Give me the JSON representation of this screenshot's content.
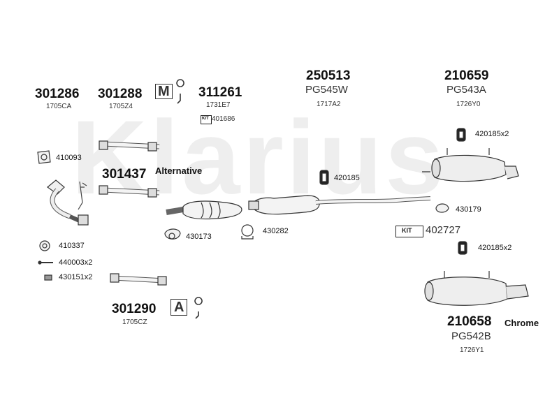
{
  "watermark": "Klarius",
  "parts": {
    "p301286": {
      "number": "301286",
      "code": "1705CA"
    },
    "p301288": {
      "number": "301288",
      "code": "1705Z4"
    },
    "p311261": {
      "number": "311261",
      "code": "1731E7",
      "kit": "401686"
    },
    "p250513": {
      "number": "250513",
      "model": "PG545W",
      "code": "1717A2"
    },
    "p210659": {
      "number": "210659",
      "model": "PG543A",
      "code": "1726Y0"
    },
    "p301437": {
      "number": "301437",
      "note": "Alternative"
    },
    "p301290": {
      "number": "301290",
      "code": "1705CZ"
    },
    "p210658": {
      "number": "210658",
      "model": "PG542B",
      "code": "1726Y1",
      "note": "Chrome"
    }
  },
  "small_parts": {
    "a410093": "410093",
    "a420185x2_top": "420185x2",
    "a420185": "420185",
    "a430179": "430179",
    "a430173": "430173",
    "a430282": "430282",
    "a402727": "402727",
    "a420185x2_bottom": "420185x2",
    "a410337": "410337",
    "a440003x2": "440003x2",
    "a430151x2": "430151x2"
  },
  "kit_label": "KIT",
  "kit_small_label": "KIT",
  "icon_letters": {
    "m": "M",
    "a": "A"
  }
}
